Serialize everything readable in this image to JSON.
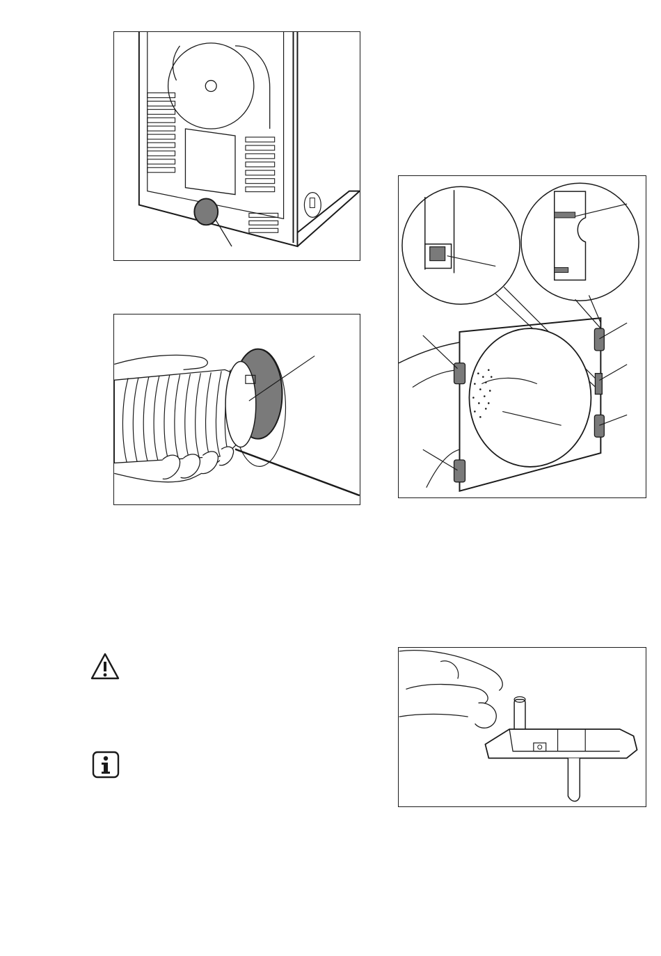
{
  "figures": [
    {
      "id": "fig-dryer-rear-outlet",
      "description_icon": "dryer-back-vent-illustration"
    },
    {
      "id": "fig-hose-attach",
      "description_icon": "vent-hose-attachment-illustration"
    },
    {
      "id": "fig-door-hinge-reversal",
      "description_icon": "door-hinge-reversal-illustration"
    },
    {
      "id": "fig-door-catch",
      "description_icon": "door-catch-part-illustration"
    }
  ],
  "icons": {
    "warning": "warning-triangle-icon",
    "info": "info-icon"
  },
  "colors": {
    "line": "#1a1a1a",
    "fill_dark": "#7a7a7a",
    "fill_light": "#d6d6d6"
  }
}
